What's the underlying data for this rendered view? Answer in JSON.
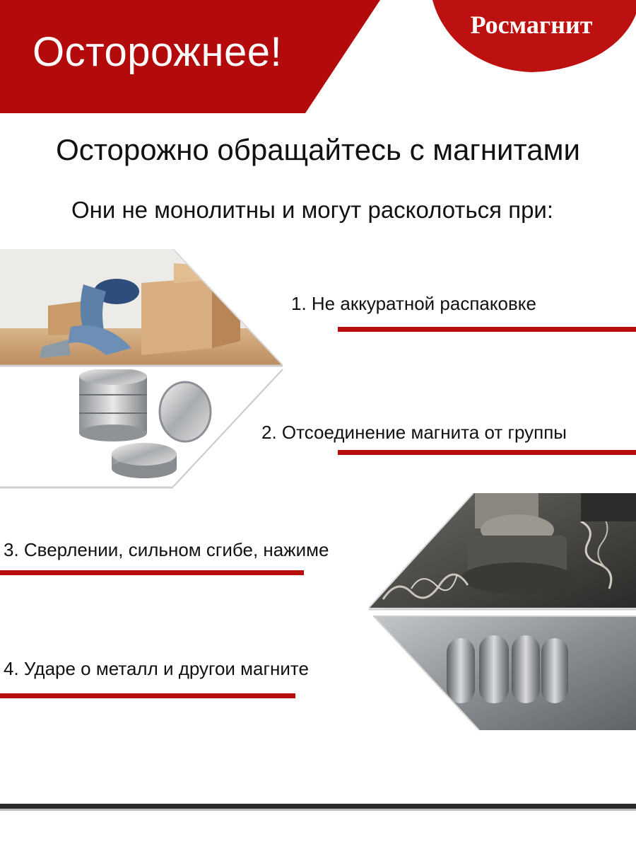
{
  "header": {
    "title": "Осторожнее!",
    "brand": "Росмагнит"
  },
  "headings": {
    "main": "Осторожно обращайтесь с магнитами",
    "sub": "Они не монолитны и могут расколоться при:"
  },
  "steps": [
    {
      "label": "1. Не аккуратной распаковке",
      "photo_icon": "moving-boxes-photo"
    },
    {
      "label": "2. Отсоединение магнита от группы",
      "photo_icon": "disc-magnets-photo"
    },
    {
      "label": "3. Сверлении, сильном сгибе, нажиме",
      "photo_icon": "drilling-machine-photo"
    },
    {
      "label": "4. Ударе о металл и другои магните",
      "photo_icon": "magnets-on-metal-photo"
    }
  ],
  "colors": {
    "accent_red": "#b80d0d",
    "header_red": "#b30b0b",
    "text": "#111111",
    "footer_line": "#2a2a2a"
  }
}
